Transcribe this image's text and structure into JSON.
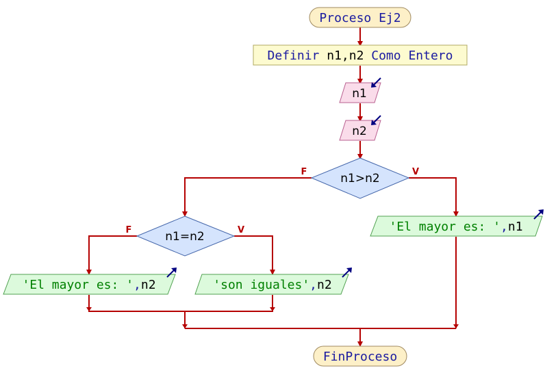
{
  "colors": {
    "flow_line": "#b50000",
    "terminator_fill": "#fdf0c8",
    "terminator_stroke": "#a08a60",
    "definition_fill": "#fdfbd0",
    "definition_stroke": "#b0a860",
    "input_fill": "#fadcea",
    "input_stroke": "#b86090",
    "decision_fill": "#d5e4fd",
    "decision_stroke": "#4466aa",
    "output_fill": "#dcfadc",
    "output_stroke": "#50a050",
    "keyword_text": "#1a1aa0",
    "string_text": "#008000",
    "label_text": "#b50000"
  },
  "start": {
    "label": "Proceso Ej2"
  },
  "definition": {
    "keyword1": "Definir ",
    "vars": "n1,n2",
    "keyword2": " Como Entero"
  },
  "inputs": [
    {
      "var": "n1",
      "icon": "input-arrow-icon"
    },
    {
      "var": "n2",
      "icon": "input-arrow-icon"
    }
  ],
  "decision1": {
    "condition": "n1>n2",
    "true_label": "V",
    "false_label": "F"
  },
  "decision2": {
    "condition": "n1=n2",
    "true_label": "V",
    "false_label": "F"
  },
  "outputs": {
    "greater_n1": {
      "string": "'El mayor es: '",
      "sep": ",",
      "var": "n1",
      "icon": "output-arrow-icon"
    },
    "equal": {
      "string": "'son iguales'",
      "sep": ",",
      "var": "n2",
      "icon": "output-arrow-icon"
    },
    "greater_n2": {
      "string": "'El mayor es: '",
      "sep": ",",
      "var": "n2",
      "icon": "output-arrow-icon"
    }
  },
  "end": {
    "label": "FinProceso"
  }
}
